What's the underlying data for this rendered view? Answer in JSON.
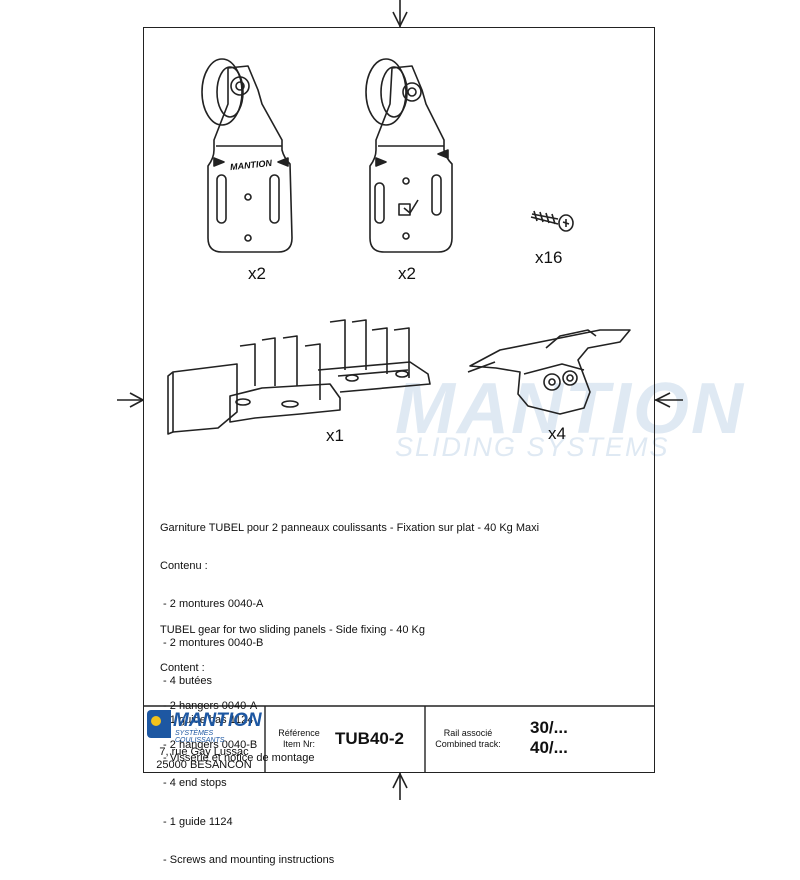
{
  "parts": {
    "hanger_a_qty": "x2",
    "hanger_b_qty": "x2",
    "screw_qty": "x16",
    "guide_qty": "x1",
    "stop_qty": "x4",
    "hanger_brand": "MANTION"
  },
  "watermark": {
    "brand": "MANTION",
    "tagline": "SLIDING SYSTEMS"
  },
  "description_fr": {
    "title": "Garniture TUBEL pour 2 panneaux coulissants - Fixation sur plat - 40 Kg Maxi",
    "contents_label": "Contenu :",
    "items": [
      " - 2 montures 0040-A",
      " - 2 montures 0040-B",
      " - 4 butées",
      " - 1 guide bas 1124",
      " - Visserie et notice de montage"
    ]
  },
  "description_en": {
    "title": "TUBEL gear for two sliding panels - Side fixing - 40 Kg",
    "contents_label": "Content :",
    "items": [
      " - 2 hangers 0040-A",
      " - 2 hangers 0040-B",
      " - 4 end stops",
      " - 1 guide 1124",
      " - Screws and mounting instructions"
    ]
  },
  "title_block": {
    "logo_name": "MANTION",
    "logo_tagline": "SYSTÈMES COULISSANTS",
    "address_line1": "7, rue Gay Lussac",
    "address_line2": "25000 BESANCON",
    "reference_label_fr": "Référence",
    "reference_label_en": "Item Nr:",
    "reference_value": "TUB40-2",
    "track_label_fr": "Rail associé",
    "track_label_en": "Combined track:",
    "track_value_1": "30/...",
    "track_value_2": "40/..."
  },
  "colors": {
    "line": "#222222",
    "brand_blue": "#1d57a2",
    "watermark": "#dfe9f3"
  }
}
